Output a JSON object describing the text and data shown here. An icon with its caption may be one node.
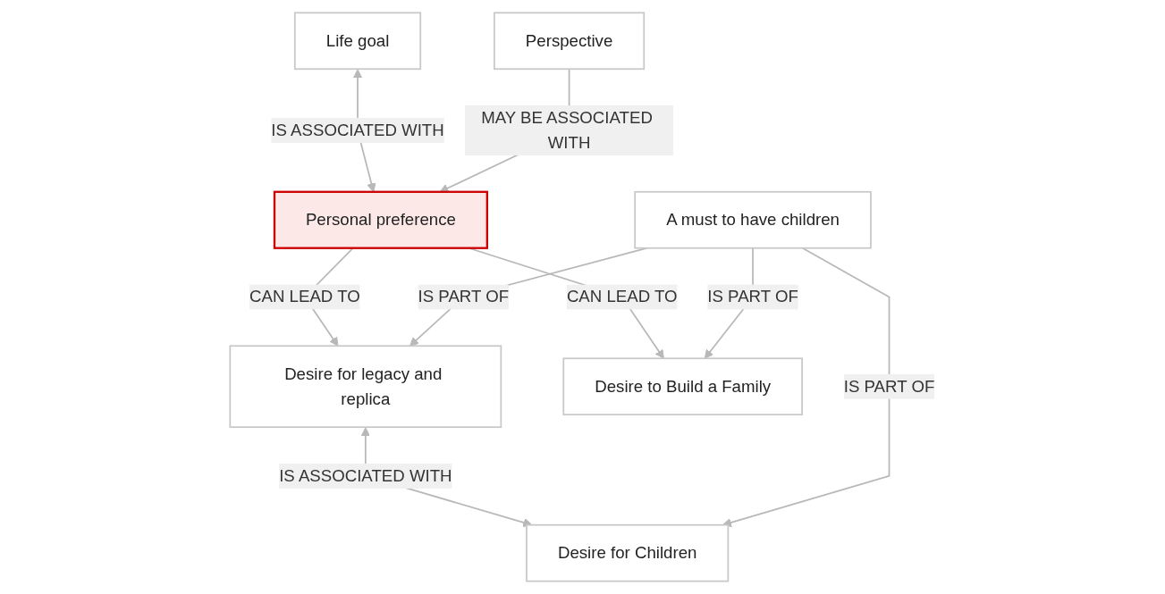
{
  "diagram": {
    "nodes": [
      {
        "text": [
          "Life goal"
        ]
      },
      {
        "text": [
          "Perspective"
        ]
      },
      {
        "text": [
          "Desire for legacy and replica"
        ]
      },
      {
        "text": [
          "Personal preference"
        ]
      },
      {
        "text": [
          "Desire to Build a Family"
        ]
      },
      {
        "text": [
          "Desire for Children"
        ]
      },
      {
        "text": [
          "A must to have children"
        ]
      }
    ],
    "edges": [
      {
        "from": 0,
        "to": 3,
        "arrow": "both",
        "label": "IS ASSOCIATED WITH"
      },
      {
        "from": 1,
        "to": 3,
        "arrow": "to",
        "label": "MAY BE ASSOCIATED WITH"
      },
      {
        "from": 3,
        "to": 2,
        "arrow": "to",
        "label": "CAN LEAD TO"
      },
      {
        "from": 3,
        "to": 4,
        "arrow": "to",
        "label": "CAN LEAD TO"
      },
      {
        "from": 6,
        "to": 2,
        "arrow": "to",
        "label": "IS PART OF"
      },
      {
        "from": 2,
        "to": 5,
        "arrow": "both",
        "label": "IS ASSOCIATED WITH"
      },
      {
        "from": 6,
        "to": 4,
        "arrow": "to",
        "label": "IS PART OF"
      },
      {
        "from": 6,
        "to": 5,
        "arrow": "to",
        "label": "IS PART OF"
      }
    ]
  }
}
